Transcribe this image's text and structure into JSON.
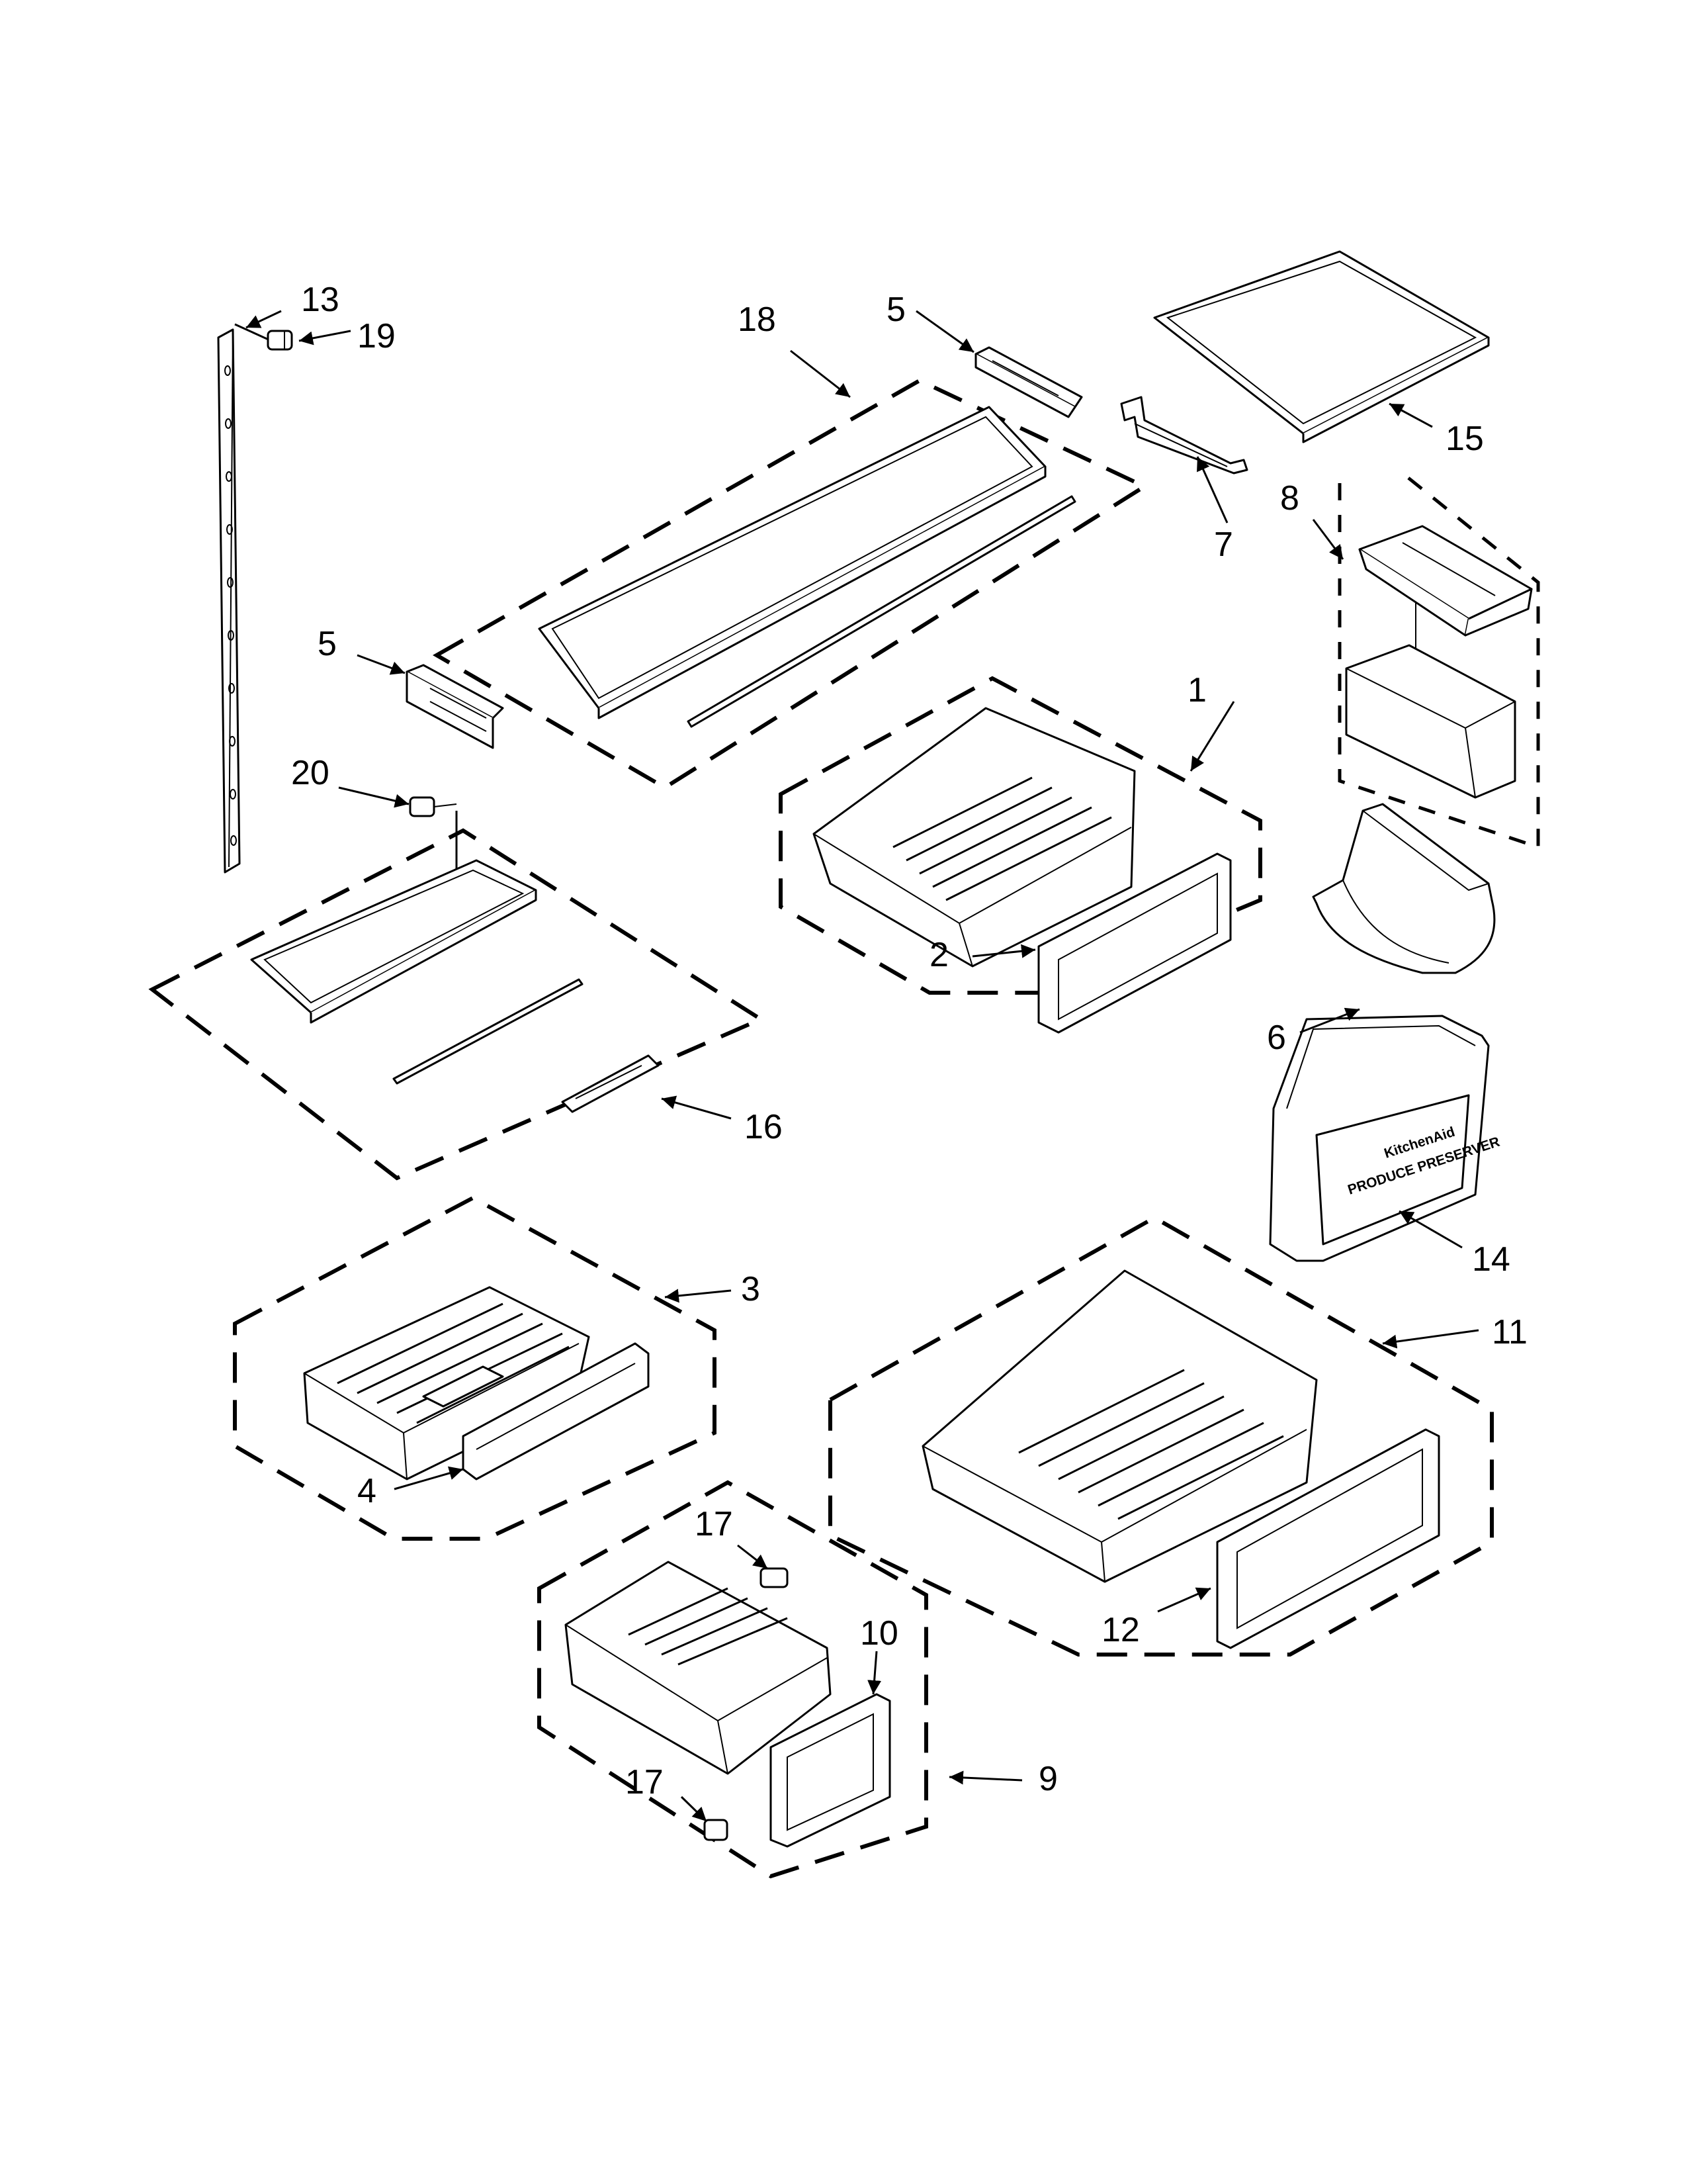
{
  "callouts": {
    "c1": "1",
    "c2": "2",
    "c3": "3",
    "c4": "4",
    "c5a": "5",
    "c5b": "5",
    "c6": "6",
    "c7": "7",
    "c8": "8",
    "c9": "9",
    "c10": "10",
    "c11": "11",
    "c12": "12",
    "c13": "13",
    "c14": "14",
    "c15": "15",
    "c16": "16",
    "c17a": "17",
    "c17b": "17",
    "c18": "18",
    "c19": "19",
    "c20": "20"
  },
  "part_text": {
    "brand": "KitchenAid",
    "produce_preserver": "PRODUCE PRESERVER"
  }
}
